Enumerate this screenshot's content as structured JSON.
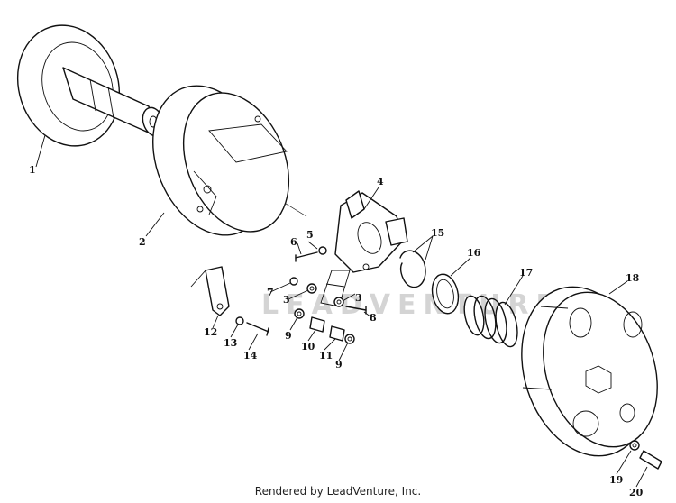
{
  "watermark": "LEADVENTURE",
  "footer": "Rendered by LeadVenture, Inc.",
  "callouts": [
    "1",
    "2",
    "3",
    "3",
    "4",
    "5",
    "6",
    "7",
    "8",
    "9",
    "9",
    "10",
    "11",
    "12",
    "13",
    "14",
    "15",
    "16",
    "17",
    "18",
    "19",
    "20"
  ]
}
